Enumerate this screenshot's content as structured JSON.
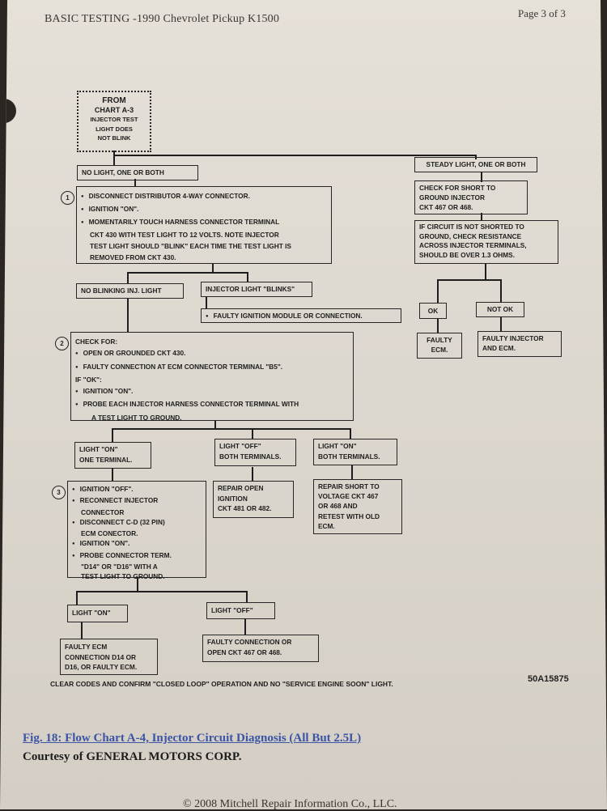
{
  "header": {
    "title": "BASIC TESTING -1990 Chevrolet Pickup K1500",
    "page": "Page 3 of 3"
  },
  "flowchart": {
    "from": [
      "FROM",
      "CHART A-3",
      "INJECTOR TEST",
      "LIGHT DOES",
      "NOT BLINK"
    ],
    "no_light": "NO LIGHT, ONE OR BOTH",
    "steady_light": "STEADY LIGHT, ONE OR BOTH",
    "step1_number": "1",
    "step1": [
      "DISCONNECT DISTRIBUTOR 4-WAY CONNECTOR.",
      "IGNITION \"ON\".",
      "MOMENTARILY TOUCH HARNESS CONNECTOR TERMINAL",
      "CKT 430 WITH TEST LIGHT TO 12 VOLTS. NOTE INJECTOR",
      "TEST LIGHT SHOULD \"BLINK\" EACH TIME THE TEST LIGHT IS",
      "REMOVED FROM CKT 430."
    ],
    "check_short": [
      "CHECK FOR SHORT TO",
      "GROUND INJECTOR",
      "CKT 467 OR 468."
    ],
    "if_not_shorted": [
      "IF CIRCUIT IS NOT SHORTED TO",
      "GROUND, CHECK RESISTANCE",
      "ACROSS INJECTOR TERMINALS,",
      "SHOULD BE OVER 1.3 OHMS."
    ],
    "no_blinking": "NO BLINKING INJ. LIGHT",
    "injector_blinks": "INJECTOR LIGHT \"BLINKS\"",
    "faulty_ignition": "FAULTY IGNITION MODULE OR CONNECTION.",
    "ok": "OK",
    "not_ok": "NOT OK",
    "faulty_ecm": [
      "FAULTY",
      "ECM."
    ],
    "faulty_injector": [
      "FAULTY INJECTOR",
      "AND ECM."
    ],
    "step2_number": "2",
    "step2": [
      "CHECK FOR:",
      "OPEN OR GROUNDED CKT 430.",
      "FAULTY CONNECTION AT ECM CONNECTOR TERMINAL \"B5\".",
      "IF \"OK\":",
      "IGNITION \"ON\".",
      "PROBE EACH INJECTOR HARNESS CONNECTOR TERMINAL WITH",
      "A TEST LIGHT TO GROUND."
    ],
    "light_on_one": [
      "LIGHT \"ON\"",
      "ONE TERMINAL."
    ],
    "light_off_both": [
      "LIGHT \"OFF\"",
      "BOTH TERMINALS."
    ],
    "light_on_both": [
      "LIGHT \"ON\"",
      "BOTH TERMINALS."
    ],
    "step3_number": "3",
    "step3": [
      "IGNITION \"OFF\".",
      "RECONNECT INJECTOR",
      "CONNECTOR",
      "DISCONNECT C-D (32 PIN)",
      "ECM CONECTOR.",
      "IGNITION \"ON\".",
      "PROBE CONNECTOR TERM.",
      "\"D14\" OR \"D16\" WITH A",
      "TEST LIGHT TO GROUND."
    ],
    "repair_open": [
      "REPAIR OPEN",
      "IGNITION",
      "CKT 481 OR 482."
    ],
    "repair_short": [
      "REPAIR SHORT TO",
      "VOLTAGE CKT 467",
      "OR 468 AND",
      "RETEST WITH OLD",
      "ECM."
    ],
    "light_on": "LIGHT \"ON\"",
    "light_off": "LIGHT \"OFF\"",
    "faulty_ecm_conn": [
      "FAULTY ECM",
      "CONNECTION D14 OR",
      "D16, OR FAULTY ECM."
    ],
    "faulty_conn_ckt": [
      "FAULTY CONNECTION OR",
      "OPEN CKT 467 OR 468."
    ],
    "footnote": "CLEAR CODES AND CONFIRM \"CLOSED LOOP\" OPERATION AND NO \"SERVICE ENGINE SOON\" LIGHT.",
    "code": "50A15875"
  },
  "caption": "Fig. 18: Flow Chart A-4, Injector Circuit Diagnosis (All But 2.5L)",
  "courtesy": "Courtesy of GENERAL MOTORS CORP.",
  "copyright": "© 2008 Mitchell Repair Information Co., LLC."
}
